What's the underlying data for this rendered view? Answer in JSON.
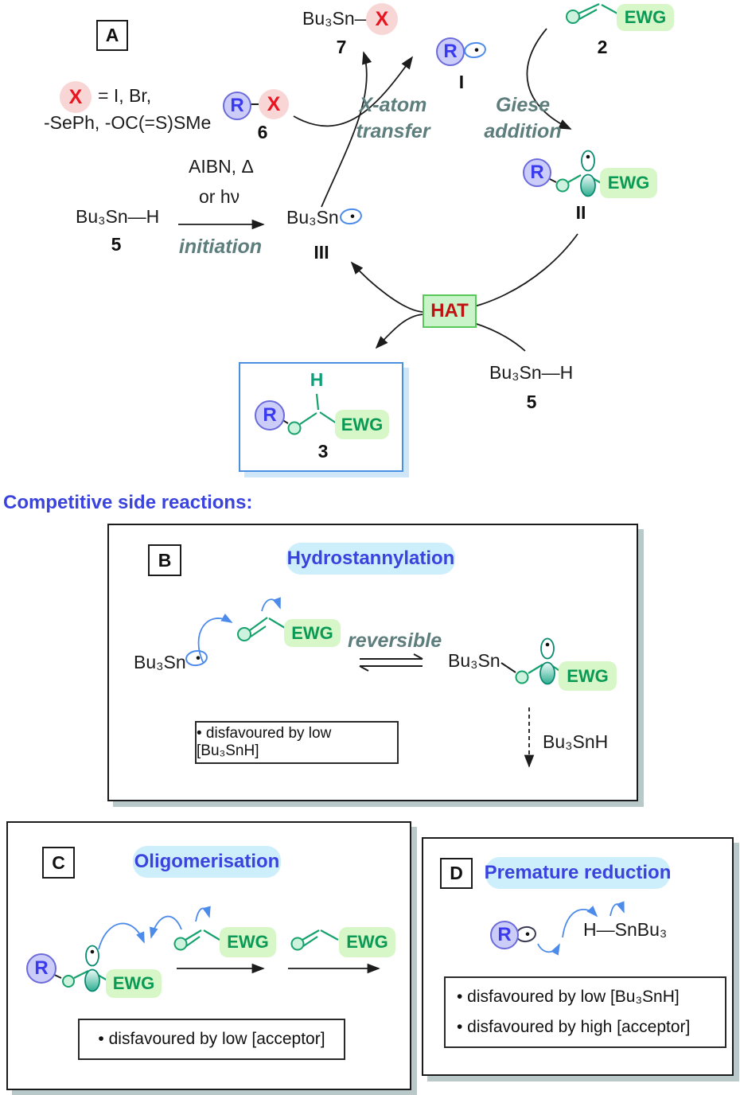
{
  "colors": {
    "accent_blue": "#3a43dd",
    "ewg_green_text": "#0a9a55",
    "ewg_pill_bg": "#d8f7c8",
    "structure_green": "#17a26d",
    "radical_orbital_blue": "#4d8bea",
    "r_circle_fill": "#ccccf8",
    "r_letter": "#3a3aee",
    "x_circle_fill": "#f9d6d6",
    "x_letter_red": "#e81420",
    "hat_text_red": "#c01212",
    "hat_bg_green": "#c9f4c9",
    "title_pill_bg": "#cdeefb",
    "step_label_gray": "#5e7d7d",
    "product_box_blue": "#4a90e2"
  },
  "panel_a": {
    "label": "A",
    "x_legend": {
      "symbol": "X",
      "line1": "= I, Br,",
      "line2": "-SePh, -OC(=S)SMe"
    },
    "tin_halide_7": {
      "formula": "Bu₃Sn—",
      "x": "X",
      "num": "7"
    },
    "alkyl_radical_1": {
      "r": "R",
      "num": "I"
    },
    "acceptor_2": {
      "ewg": "EWG",
      "num": "2"
    },
    "alkyl_halide_6": {
      "r": "R",
      "x": "X",
      "num": "6"
    },
    "step_x_atom_transfer": {
      "line1": "X-atom",
      "line2": "transfer"
    },
    "step_giese": {
      "line1": "Giese",
      "line2": "addition"
    },
    "conditions": {
      "line1": "AIBN, Δ",
      "line2": "or hν"
    },
    "initiation_label": "initiation",
    "tin_hydride_5": {
      "formula": "Bu₃Sn—H",
      "num": "5"
    },
    "tin_radical_3": {
      "formula": "Bu₃Sn",
      "num": "III"
    },
    "adduct_radical_2": {
      "r": "R",
      "ewg": "EWG",
      "num": "II"
    },
    "hat_label": "HAT",
    "tin_hydride_5b": {
      "formula": "Bu₃Sn—H",
      "num": "5"
    },
    "product_3": {
      "r": "R",
      "h": "H",
      "ewg": "EWG",
      "num": "3"
    }
  },
  "side_reactions_heading": "Competitive side reactions:",
  "panel_b": {
    "label": "B",
    "title": "Hydrostannylation",
    "tin_radical": "Bu₃Sn",
    "acceptor_ewg": "EWG",
    "reversible": "reversible",
    "adduct": {
      "prefix": "Bu₃Sn",
      "ewg": "EWG"
    },
    "tin_hydride": "Bu₃SnH",
    "note": "• disfavoured by low [Bu₃SnH]"
  },
  "panel_c": {
    "label": "C",
    "title": "Oligomerisation",
    "radical": {
      "r": "R",
      "ewg": "EWG"
    },
    "acceptor_1": "EWG",
    "acceptor_2": "EWG",
    "note": "• disfavoured by low [acceptor]"
  },
  "panel_d": {
    "label": "D",
    "title": "Premature reduction",
    "radical_r": "R",
    "tin_hydride": "H—SnBu₃",
    "notes": [
      "• disfavoured by low [Bu₃SnH]",
      "• disfavoured by high [acceptor]"
    ]
  }
}
